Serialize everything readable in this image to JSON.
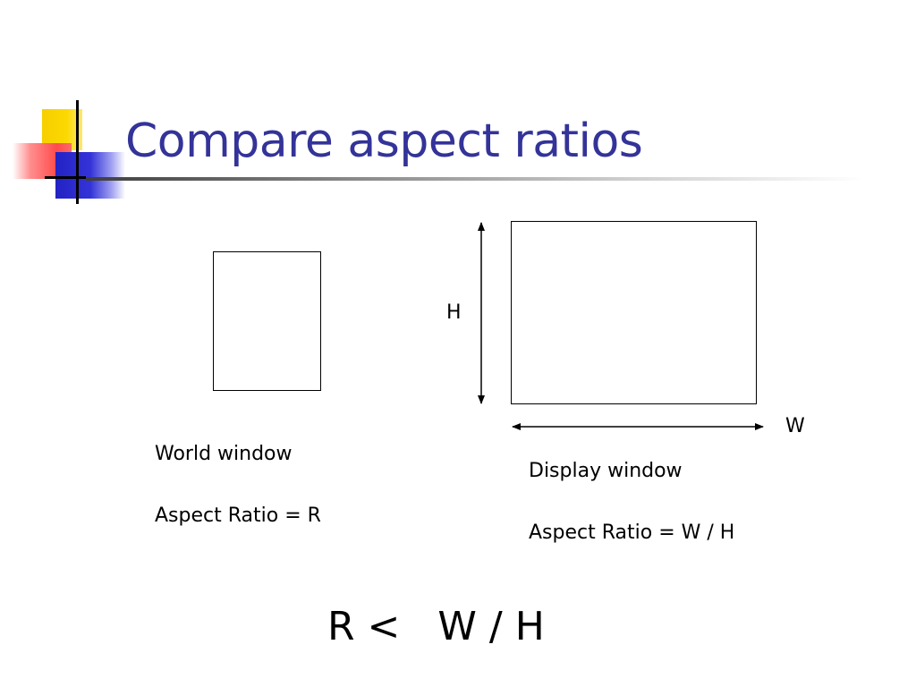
{
  "slide": {
    "title": "Compare aspect ratios"
  },
  "diagram": {
    "height_label": "H",
    "width_label": "W",
    "world": {
      "name": "World window",
      "aspect_ratio": "Aspect Ratio = R"
    },
    "display": {
      "name": "Display window",
      "aspect_ratio": "Aspect Ratio = W / H"
    },
    "comparison": "R <   W / H"
  },
  "colors": {
    "title": "#333399",
    "logo_yellow": "#fcd800",
    "logo_red": "#ff4b4b",
    "logo_blue": "#3333d8"
  }
}
